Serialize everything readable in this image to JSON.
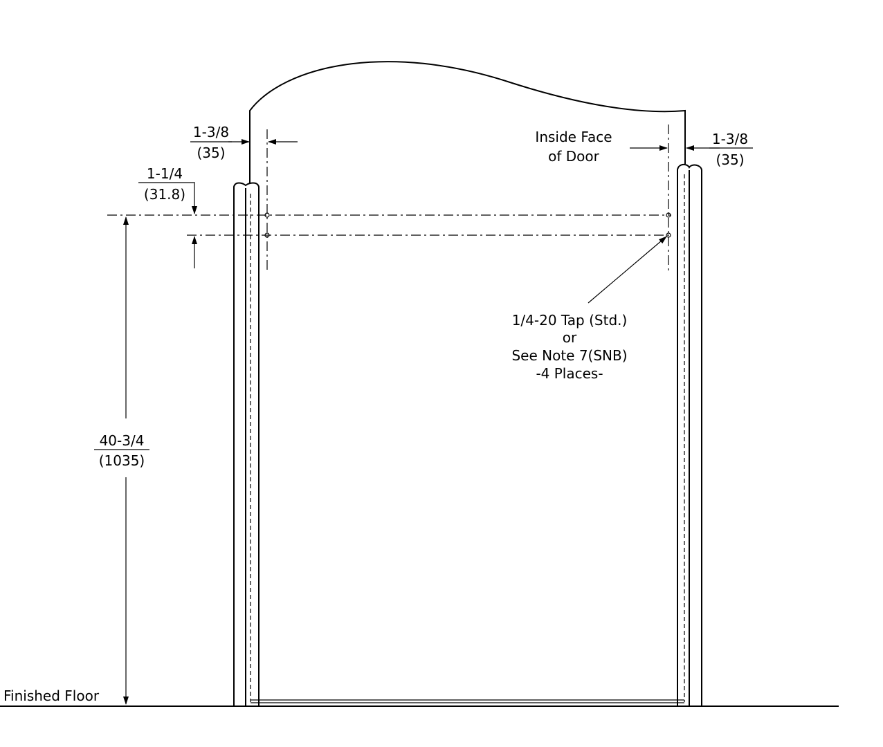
{
  "labels": {
    "left_offset": {
      "num": "1-3/8",
      "den": "(35)"
    },
    "right_offset": {
      "num": "1-3/8",
      "den": "(35)"
    },
    "hole_spacing": {
      "num": "1-1/4",
      "den": "(31.8)"
    },
    "height": {
      "num": "40-3/4",
      "den": "(1035)"
    },
    "inside_face": [
      "Inside Face",
      "of Door"
    ],
    "tap_note": [
      "1/4-20 Tap (Std.)",
      "or",
      "See Note 7(SNB)",
      "-4 Places-"
    ],
    "floor": "Finished Floor"
  }
}
